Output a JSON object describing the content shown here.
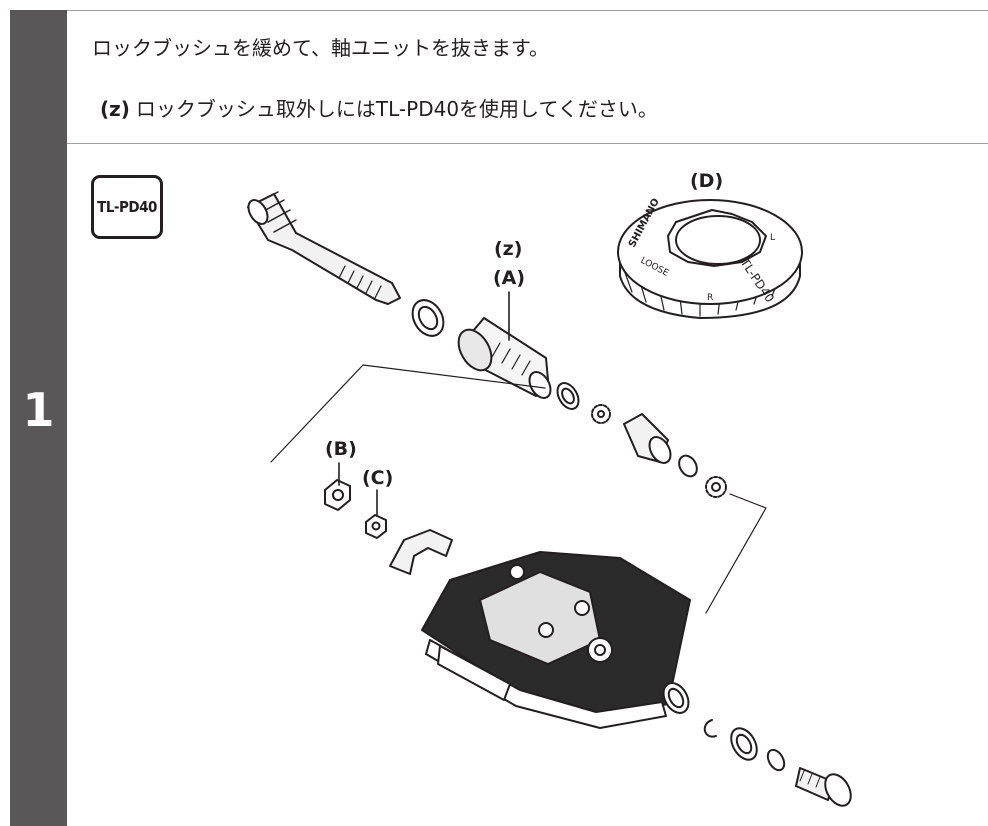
{
  "step": {
    "number": "1"
  },
  "instruction": "ロックブッシュを緩めて、軸ユニットを抜きます。",
  "note": {
    "ref": "(z)",
    "text": "ロックブッシュ取外しにはTL-PD40を使用してください。"
  },
  "tool_badge": "TL-PD40",
  "callouts": {
    "z": "(z)",
    "a": "(A)",
    "b": "(B)",
    "c": "(C)",
    "d": "(D)"
  },
  "tool_markings": {
    "brand": "SHIMANO",
    "model": "TL-PD40",
    "loose": "LOOSE",
    "r": "R",
    "l": "L"
  }
}
